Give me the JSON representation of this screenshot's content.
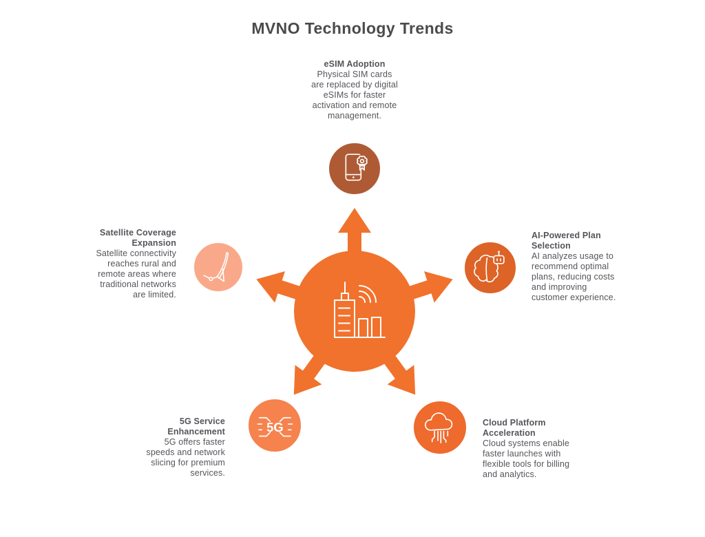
{
  "title": "MVNO Technology Trends",
  "colors": {
    "hub_orange": "#F1722D",
    "title_gray": "#4A4B4D",
    "text_gray": "#54555A",
    "icon_stroke": "#FFFFFF",
    "background": "#FFFFFF"
  },
  "hub": {
    "icon": "building-signal-bars-icon",
    "arrow_count": 5
  },
  "nodes": [
    {
      "id": "esim",
      "heading": "eSIM Adoption",
      "body": "Physical SIM cards\nare replaced by digital\neSIMs for faster\nactivation and remote\nmanagement.",
      "icon": "phone-award-badge-icon",
      "color": "#AE5B35"
    },
    {
      "id": "ai-plan",
      "heading": "AI-Powered Plan\nSelection",
      "body": "AI analyzes usage to\nrecommend optimal\nplans, reducing costs\nand improving\ncustomer experience.",
      "icon": "brain-robot-icon",
      "color": "#DD6327"
    },
    {
      "id": "satellite",
      "heading": "Satellite Coverage\nExpansion",
      "body": "Satellite connectivity\nreaches rural and\nremote areas where\ntraditional networks\nare limited.",
      "icon": "satellite-dish-icon",
      "color": "#F9A98A"
    },
    {
      "id": "five-g",
      "heading": "5G Service\nEnhancement",
      "body": "5G offers faster\nspeeds and network\nslicing for premium\nservices.",
      "icon": "5g-circuit-icon",
      "icon_text": "5G",
      "color": "#F6824E"
    },
    {
      "id": "cloud",
      "heading": "Cloud Platform\nAcceleration",
      "body": "Cloud systems enable\nfaster launches with\nflexible tools for billing\nand analytics.",
      "icon": "cloud-circuit-icon",
      "color": "#EE6A2D"
    }
  ]
}
